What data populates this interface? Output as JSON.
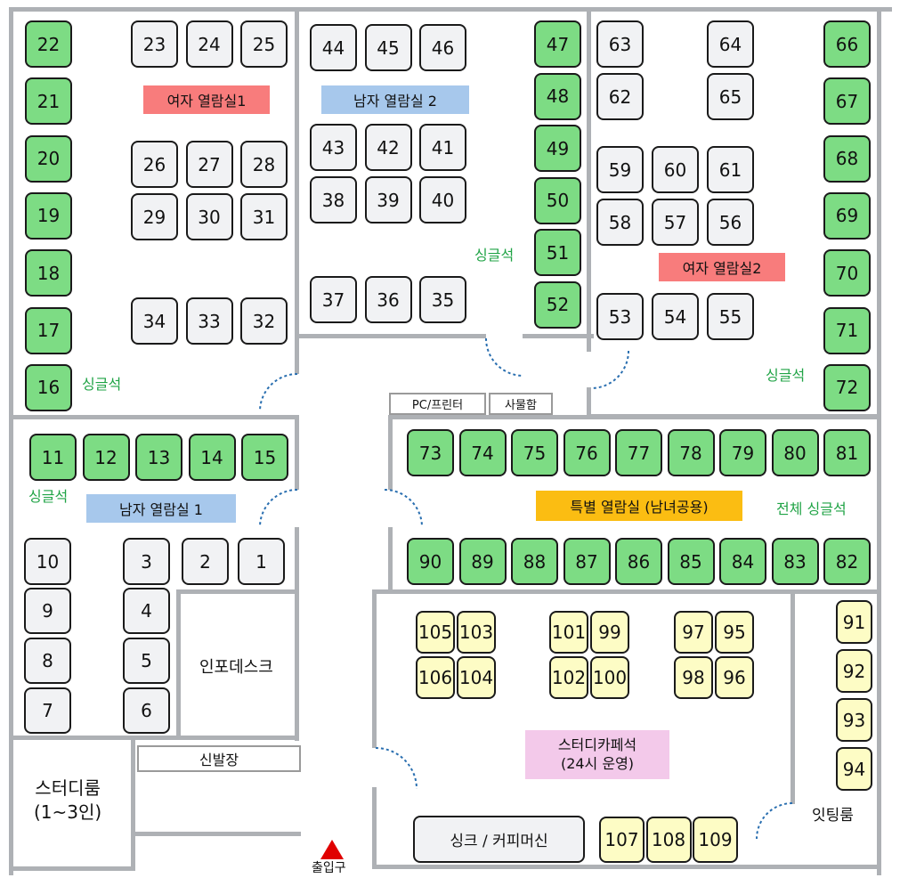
{
  "rooms": {
    "female_1": "여자 열람실1",
    "male_2": "남자 열람실 2",
    "female_2": "여자 열람실2",
    "male_1": "남자 열람실 1",
    "special": "특별 열람실 (남녀공용)",
    "cafe_line1": "스터디카페석",
    "cafe_line2": "(24시 운영)",
    "study_room_line1": "스터디룸",
    "study_room_line2": "(1~3인)",
    "info_desk": "인포데스크",
    "meeting_room": "잇팅룸",
    "shoe_rack": "신발장",
    "pc_printer": "PC/프린터",
    "locker": "사물함",
    "sink_coffee": "싱크 / 커피머신",
    "entrance": "출입구"
  },
  "single_seat_labels": {
    "female_1": "싱글석",
    "male_2": "싱글석",
    "female_2": "싱글석",
    "male_1": "싱글석",
    "special": "전체 싱글석"
  },
  "colors": {
    "single_seat": "#7ddc84",
    "shared_seat": "#f1f2f4",
    "cafe_seat": "#fdfcc5",
    "female_label": "#f87c7c",
    "male_label": "#a7c8ec",
    "special_label": "#fbbd12",
    "cafe_label": "#f3c9ea",
    "wall": "#aeb1b5",
    "entrance_marker": "#e00000"
  },
  "seats": {
    "female_1_single": [
      "22",
      "21",
      "20",
      "19",
      "18",
      "17",
      "16"
    ],
    "female_1_row_a": [
      "23",
      "24",
      "25"
    ],
    "female_1_row_b": [
      "26",
      "27",
      "28"
    ],
    "female_1_row_c": [
      "29",
      "30",
      "31"
    ],
    "female_1_row_d": [
      "34",
      "33",
      "32"
    ],
    "male_2_row_a": [
      "44",
      "45",
      "46"
    ],
    "male_2_row_b": [
      "43",
      "42",
      "41"
    ],
    "male_2_row_c": [
      "38",
      "39",
      "40"
    ],
    "male_2_row_d": [
      "37",
      "36",
      "35"
    ],
    "male_2_single": [
      "47",
      "48",
      "49",
      "50",
      "51",
      "52"
    ],
    "female_2_col_a": [
      "63",
      "62"
    ],
    "female_2_col_b": [
      "64",
      "65"
    ],
    "female_2_row_a": [
      "59",
      "60",
      "61"
    ],
    "female_2_row_b": [
      "58",
      "57",
      "56"
    ],
    "female_2_row_c": [
      "53",
      "54",
      "55"
    ],
    "female_2_single": [
      "66",
      "67",
      "68",
      "69",
      "70",
      "71",
      "72"
    ],
    "male_1_single": [
      "11",
      "12",
      "13",
      "14",
      "15"
    ],
    "male_1_row_top": [
      "10",
      "3",
      "2",
      "1"
    ],
    "male_1_col_a": [
      "9",
      "8",
      "7"
    ],
    "male_1_col_b": [
      "4",
      "5",
      "6"
    ],
    "special_top": [
      "73",
      "74",
      "75",
      "76",
      "77",
      "78",
      "79",
      "80",
      "81"
    ],
    "special_bottom": [
      "90",
      "89",
      "88",
      "87",
      "86",
      "85",
      "84",
      "83",
      "82"
    ],
    "cafe_g1": [
      "105",
      "103",
      "106",
      "104"
    ],
    "cafe_g2": [
      "101",
      "99",
      "102",
      "100"
    ],
    "cafe_g3": [
      "97",
      "95",
      "98",
      "96"
    ],
    "cafe_side": [
      "91",
      "92",
      "93",
      "94"
    ],
    "cafe_bottom": [
      "107",
      "108",
      "109"
    ]
  }
}
